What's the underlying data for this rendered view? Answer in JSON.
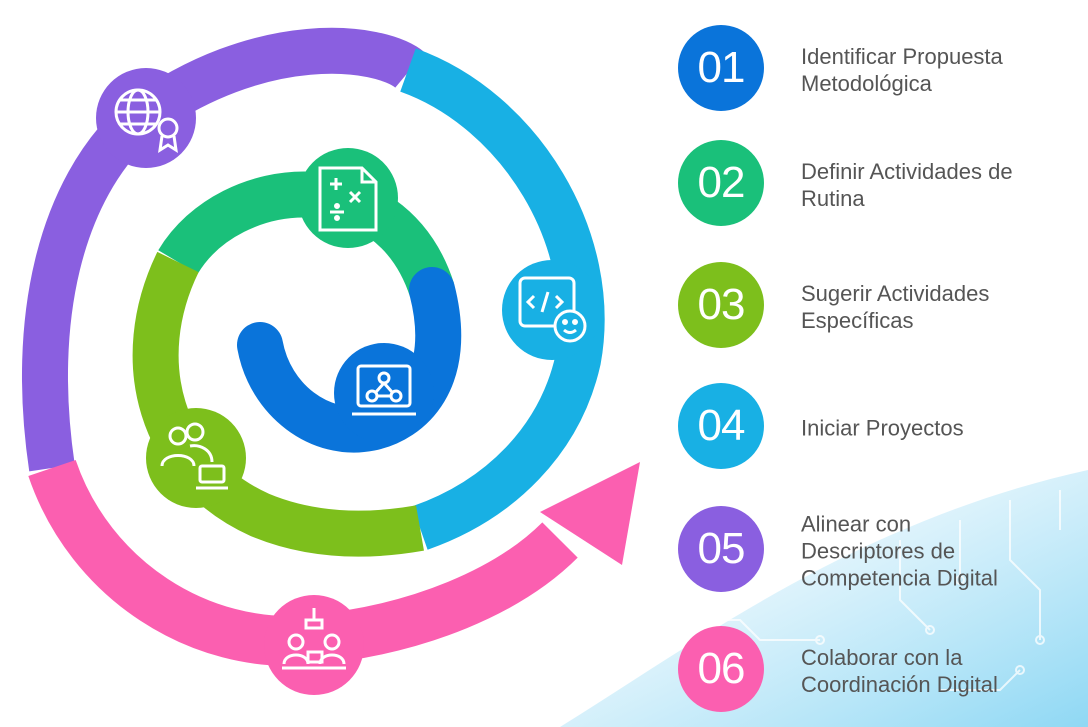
{
  "colors": {
    "step1": "#0a74da",
    "step2": "#1ac07a",
    "step3": "#7dbf1c",
    "step4": "#18b0e4",
    "step5": "#8a5fe0",
    "step6": "#fb5fb0",
    "label_text": "#555555"
  },
  "steps": [
    {
      "number": "01",
      "label": "Identificar Propuesta\nMetodológica",
      "color": "#0a74da",
      "icon": "video-lesson-icon"
    },
    {
      "number": "02",
      "label": "Definir Actividades de\nRutina",
      "color": "#1ac07a",
      "icon": "math-document-icon"
    },
    {
      "number": "03",
      "label": "Sugerir Actividades\nEspecíficas",
      "color": "#7dbf1c",
      "icon": "team-laptop-icon"
    },
    {
      "number": "04",
      "label": "Iniciar Proyectos",
      "color": "#18b0e4",
      "icon": "code-window-icon"
    },
    {
      "number": "05",
      "label": "Alinear con\nDescriptores de\nCompetencia Digital",
      "color": "#8a5fe0",
      "icon": "globe-certificate-icon"
    },
    {
      "number": "06",
      "label": "Colaborar con la\nCoordinación Digital",
      "color": "#fb5fb0",
      "icon": "meeting-desk-icon"
    }
  ]
}
